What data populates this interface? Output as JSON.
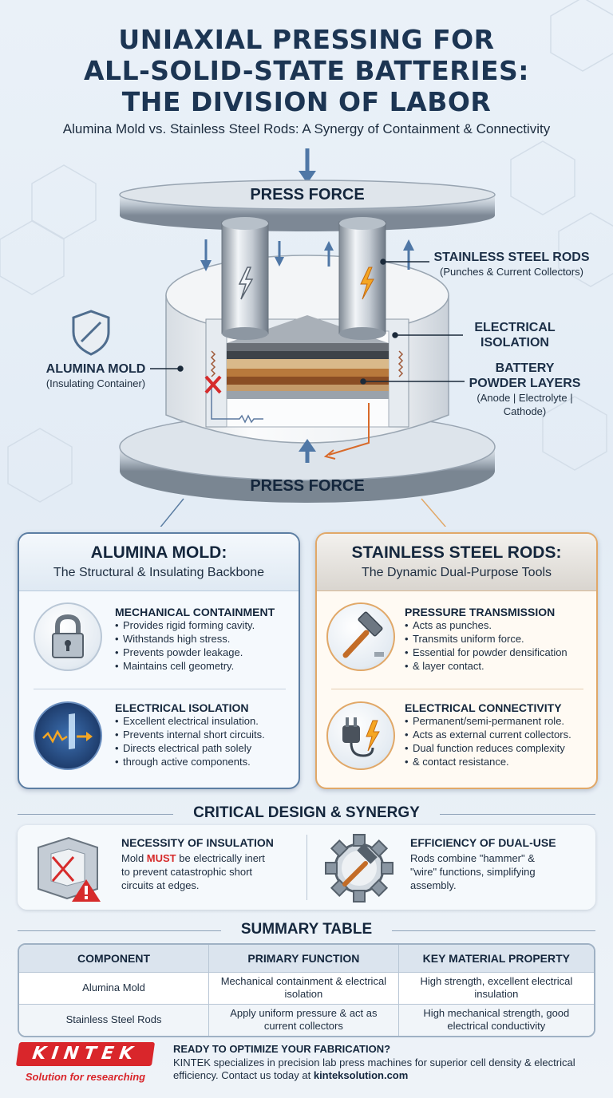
{
  "title": {
    "line1": "UNIAXIAL PRESSING FOR",
    "line2": "ALL-SOLID-STATE BATTERIES:",
    "line3": "THE DIVISION OF LABOR"
  },
  "subtitle": "Alumina Mold vs. Stainless Steel Rods: A Synergy of Containment & Connectivity",
  "diagram": {
    "press_top": "PRESS FORCE",
    "press_bottom": "PRESS FORCE",
    "rods_label": "STAINLESS STEEL RODS",
    "rods_sub": "(Punches & Current Collectors)",
    "isolation_l1": "ELECTRICAL",
    "isolation_l2": "ISOLATION",
    "layers_l1": "BATTERY",
    "layers_l2": "POWDER LAYERS",
    "layers_sub1": "(Anode | Electrolyte |",
    "layers_sub2": "Cathode)",
    "mold_label": "ALUMINA MOLD",
    "mold_sub": "(Insulating Container)"
  },
  "left_panel": {
    "title": "ALUMINA MOLD:",
    "subtitle": "The Structural & Insulating Backbone",
    "sections": [
      {
        "title": "MECHANICAL CONTAINMENT",
        "icon": "padlock-icon",
        "bullets": [
          "Provides rigid forming cavity.",
          "Withstands high stress.",
          "Prevents powder leakage.",
          "Maintains cell geometry."
        ]
      },
      {
        "title": "ELECTRICAL ISOLATION",
        "icon": "insulation-barrier-icon",
        "bullets": [
          "Excellent electrical insulation.",
          "Prevents internal short circuits.",
          "Directs electrical path solely",
          "through active components."
        ]
      }
    ]
  },
  "right_panel": {
    "title": "STAINLESS STEEL RODS:",
    "subtitle": "The Dynamic Dual-Purpose Tools",
    "sections": [
      {
        "title": "PRESSURE TRANSMISSION",
        "icon": "hammer-icon",
        "bullets": [
          "Acts as punches.",
          "Transmits uniform force.",
          "Essential for powder densification",
          "& layer contact."
        ]
      },
      {
        "title": "ELECTRICAL CONNECTIVITY",
        "icon": "plug-icon",
        "bullets": [
          "Permanent/semi-permanent role.",
          "Acts as external current collectors.",
          "Dual function reduces complexity",
          "& contact resistance."
        ]
      }
    ]
  },
  "critical": {
    "header": "CRITICAL DESIGN & SYNERGY",
    "left_title": "NECESSITY OF INSULATION",
    "left_pre": "Mold ",
    "left_emph": "MUST",
    "left_post": " be electrically inert",
    "left_line2": "to prevent catastrophic short",
    "left_line3": "circuits at edges.",
    "right_title": "EFFICIENCY OF DUAL-USE",
    "right_line1": "Rods combine \"hammer\" &",
    "right_line2": "\"wire\" functions, simplifying",
    "right_line3": "assembly."
  },
  "summary": {
    "header": "SUMMARY TABLE",
    "columns": [
      "COMPONENT",
      "PRIMARY FUNCTION",
      "KEY MATERIAL PROPERTY"
    ],
    "rows": [
      [
        "Alumina Mold",
        "Mechanical containment & electrical isolation",
        "High strength, excellent electrical insulation"
      ],
      [
        "Stainless Steel Rods",
        "Apply uniform pressure & act as current collectors",
        "High mechanical strength, good electrical conductivity"
      ]
    ]
  },
  "footer": {
    "logo": "KINTEK",
    "tagline": "Solution for researching",
    "cta_title": "READY TO OPTIMIZE YOUR FABRICATION?",
    "cta_line1": "KINTEK specializes in precision lab press machines for superior cell density & electrical",
    "cta_line2_pre": "efficiency. Contact us today at ",
    "cta_link": "kinteksolution.com"
  },
  "colors": {
    "title": "#1c3553",
    "brand_red": "#d9262b",
    "accent_orange": "#e1a868",
    "accent_blue": "#5c7ea3"
  }
}
